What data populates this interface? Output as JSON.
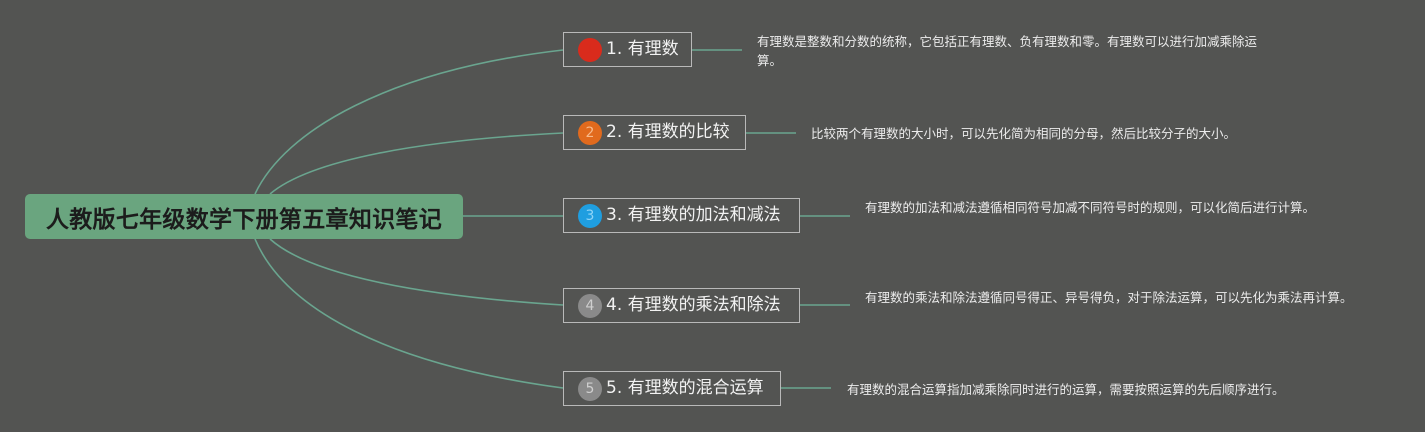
{
  "root": {
    "title": "人教版七年级数学下册第五章知识笔记"
  },
  "topics": [
    {
      "number": "1",
      "label": "1. 有理数",
      "badge_color": "#d92b1c",
      "badge_text_color": "#d92b1c",
      "note": "有理数是整数和分数的统称，它包括正有理数、负有理数和零。有理数可以进行加减乘除运算。"
    },
    {
      "number": "2",
      "label": "2. 有理数的比较",
      "badge_color": "#e16a1d",
      "badge_text_color": "#f7b98a",
      "note": "比较两个有理数的大小时，可以先化简为相同的分母，然后比较分子的大小。"
    },
    {
      "number": "3",
      "label": "3. 有理数的加法和减法",
      "badge_color": "#1f9ee0",
      "badge_text_color": "#8fd4f7",
      "note": "有理数的加法和减法遵循相同符号加减不同符号时的规则，可以化简后进行计算。"
    },
    {
      "number": "4",
      "label": "4. 有理数的乘法和除法",
      "badge_color": "#8a8a8a",
      "badge_text_color": "#cfcfcf",
      "note": "有理数的乘法和除法遵循同号得正、异号得负，对于除法运算，可以先化为乘法再计算。"
    },
    {
      "number": "5",
      "label": "5. 有理数的混合运算",
      "badge_color": "#8a8a8a",
      "badge_text_color": "#cfcfcf",
      "note": "有理数的混合运算指加减乘除同时进行的运算，需要按照运算的先后顺序进行。"
    }
  ],
  "colors": {
    "background": "#535452",
    "root_fill": "#6aa57f",
    "connector": "#6aa58f",
    "topic_border": "#b9b9b9"
  }
}
